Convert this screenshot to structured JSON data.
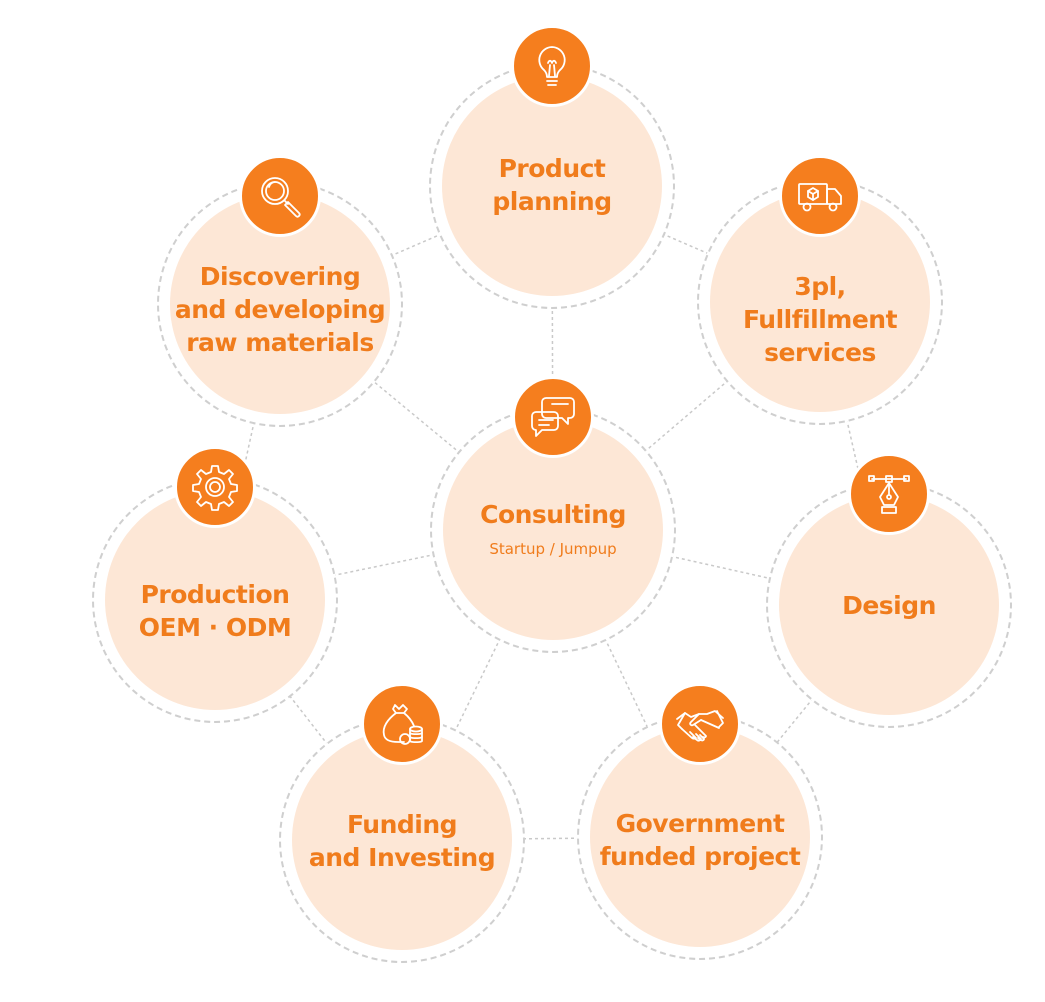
{
  "diagram": {
    "accent_color": "#f57e1e",
    "text_color": "#f07c1c",
    "disc_color": "#fde7d6",
    "center": {
      "title": "Consulting",
      "subtitle": "Startup / Jumpup",
      "icon": "chat-bubbles-icon"
    },
    "services": [
      {
        "id": "product-planning",
        "lines": [
          "Product",
          "planning"
        ],
        "icon": "lightbulb-icon"
      },
      {
        "id": "logistics",
        "lines": [
          "3pl,",
          "Fullfillment",
          "services"
        ],
        "icon": "delivery-truck-icon"
      },
      {
        "id": "design",
        "lines": [
          "Design"
        ],
        "icon": "pen-nib-icon"
      },
      {
        "id": "government",
        "lines": [
          "Government",
          "funded project"
        ],
        "icon": "handshake-icon"
      },
      {
        "id": "funding",
        "lines": [
          "Funding",
          "and Investing"
        ],
        "icon": "money-bag-icon"
      },
      {
        "id": "production",
        "lines": [
          "Production",
          "OEM · ODM"
        ],
        "icon": "gear-icon"
      },
      {
        "id": "raw-materials",
        "lines": [
          "Discovering",
          "and developing",
          "raw materials"
        ],
        "icon": "magnifier-icon"
      }
    ]
  }
}
